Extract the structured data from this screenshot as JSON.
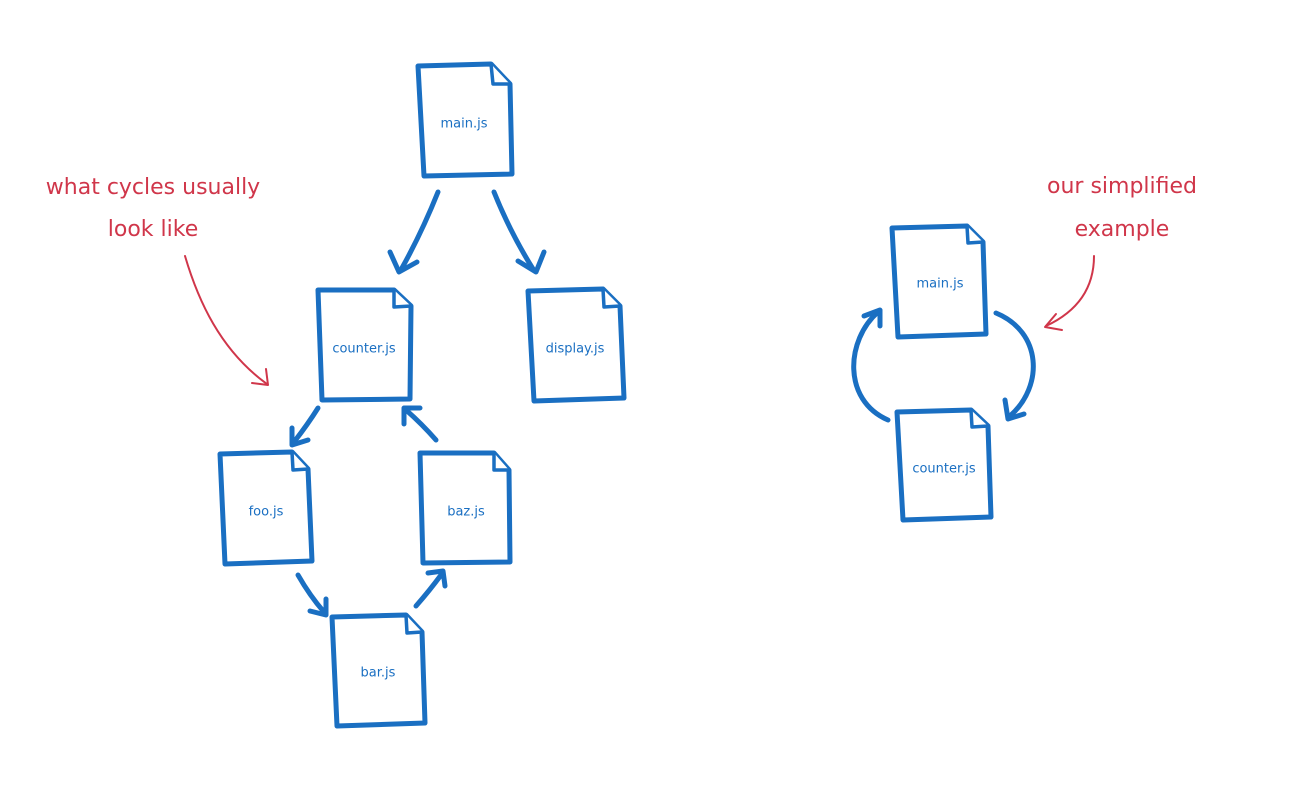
{
  "colors": {
    "file_stroke": "#1a6fc2",
    "annotation": "#d0364a",
    "background": "#ffffff"
  },
  "left_diagram": {
    "annotation": {
      "line1": "what cycles usually",
      "line2": "look like"
    },
    "files": {
      "main": "main.js",
      "counter": "counter.js",
      "display": "display.js",
      "foo": "foo.js",
      "baz": "baz.js",
      "bar": "bar.js"
    },
    "edges": [
      {
        "from": "main.js",
        "to": "counter.js"
      },
      {
        "from": "main.js",
        "to": "display.js"
      },
      {
        "from": "counter.js",
        "to": "foo.js"
      },
      {
        "from": "foo.js",
        "to": "bar.js"
      },
      {
        "from": "bar.js",
        "to": "baz.js"
      },
      {
        "from": "baz.js",
        "to": "counter.js"
      }
    ]
  },
  "right_diagram": {
    "annotation": {
      "line1": "our simplified",
      "line2": "example"
    },
    "files": {
      "main": "main.js",
      "counter": "counter.js"
    },
    "edges": [
      {
        "from": "main.js",
        "to": "counter.js"
      },
      {
        "from": "counter.js",
        "to": "main.js"
      }
    ]
  }
}
